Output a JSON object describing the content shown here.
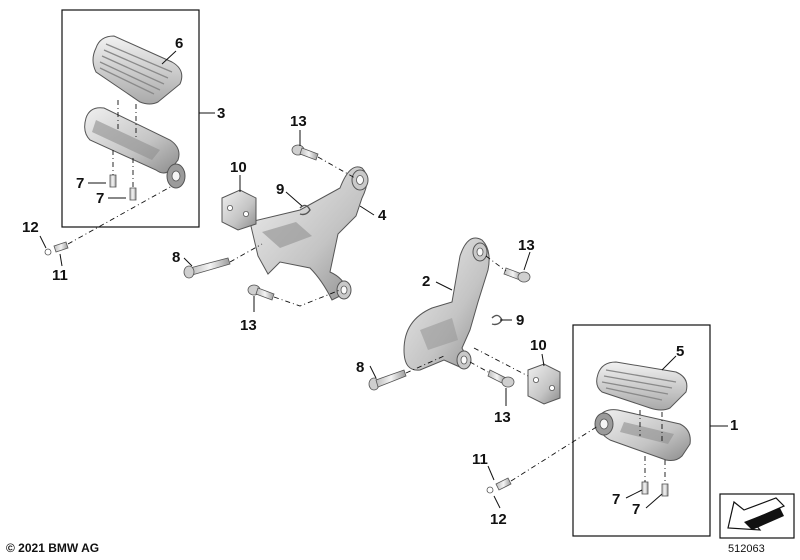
{
  "callouts": {
    "c1": "1",
    "c2": "2",
    "c3": "3",
    "c4": "4",
    "c5": "5",
    "c6": "6",
    "c7a": "7",
    "c7b": "7",
    "c7c": "7",
    "c7d": "7",
    "c8a": "8",
    "c8b": "8",
    "c9a": "9",
    "c9b": "9",
    "c10a": "10",
    "c10b": "10",
    "c11a": "11",
    "c11b": "11",
    "c12a": "12",
    "c12b": "12",
    "c13a": "13",
    "c13b": "13",
    "c13c": "13",
    "c13d": "13"
  },
  "footer": {
    "copyright": "© 2021 BMW AG",
    "drawing_number": "512063"
  },
  "colors": {
    "part_light": "#e6e6e6",
    "part_mid": "#b9b9b9",
    "part_dark": "#8a8a8a",
    "line": "#111111"
  },
  "icons": {
    "direction_arrow": "direction-arrow-icon"
  }
}
